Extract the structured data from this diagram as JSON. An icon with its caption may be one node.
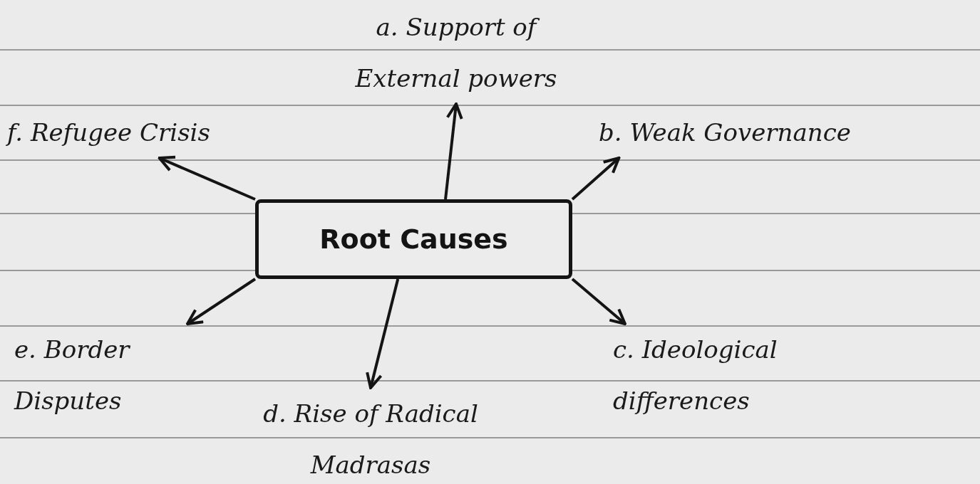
{
  "diagram": {
    "nodes": [
      {
        "text": [
          "Root Causes"
        ]
      },
      {
        "text": [
          "a. Support of External powers"
        ]
      },
      {
        "text": [
          "b. Weak Governance"
        ]
      },
      {
        "text": [
          "c. Ideological differences"
        ]
      },
      {
        "text": [
          "d. Rise of Radical Madrasas"
        ]
      },
      {
        "text": [
          "e. Border Disputes"
        ]
      },
      {
        "text": [
          "f. Refugee Crisis"
        ]
      }
    ],
    "edges": [
      {
        "from": 0,
        "to": 1,
        "arrow": "to"
      },
      {
        "from": 0,
        "to": 2,
        "arrow": "to"
      },
      {
        "from": 0,
        "to": 3,
        "arrow": "to"
      },
      {
        "from": 0,
        "to": 4,
        "arrow": "to"
      },
      {
        "from": 0,
        "to": 5,
        "arrow": "to"
      },
      {
        "from": 0,
        "to": 6,
        "arrow": "to"
      }
    ]
  }
}
